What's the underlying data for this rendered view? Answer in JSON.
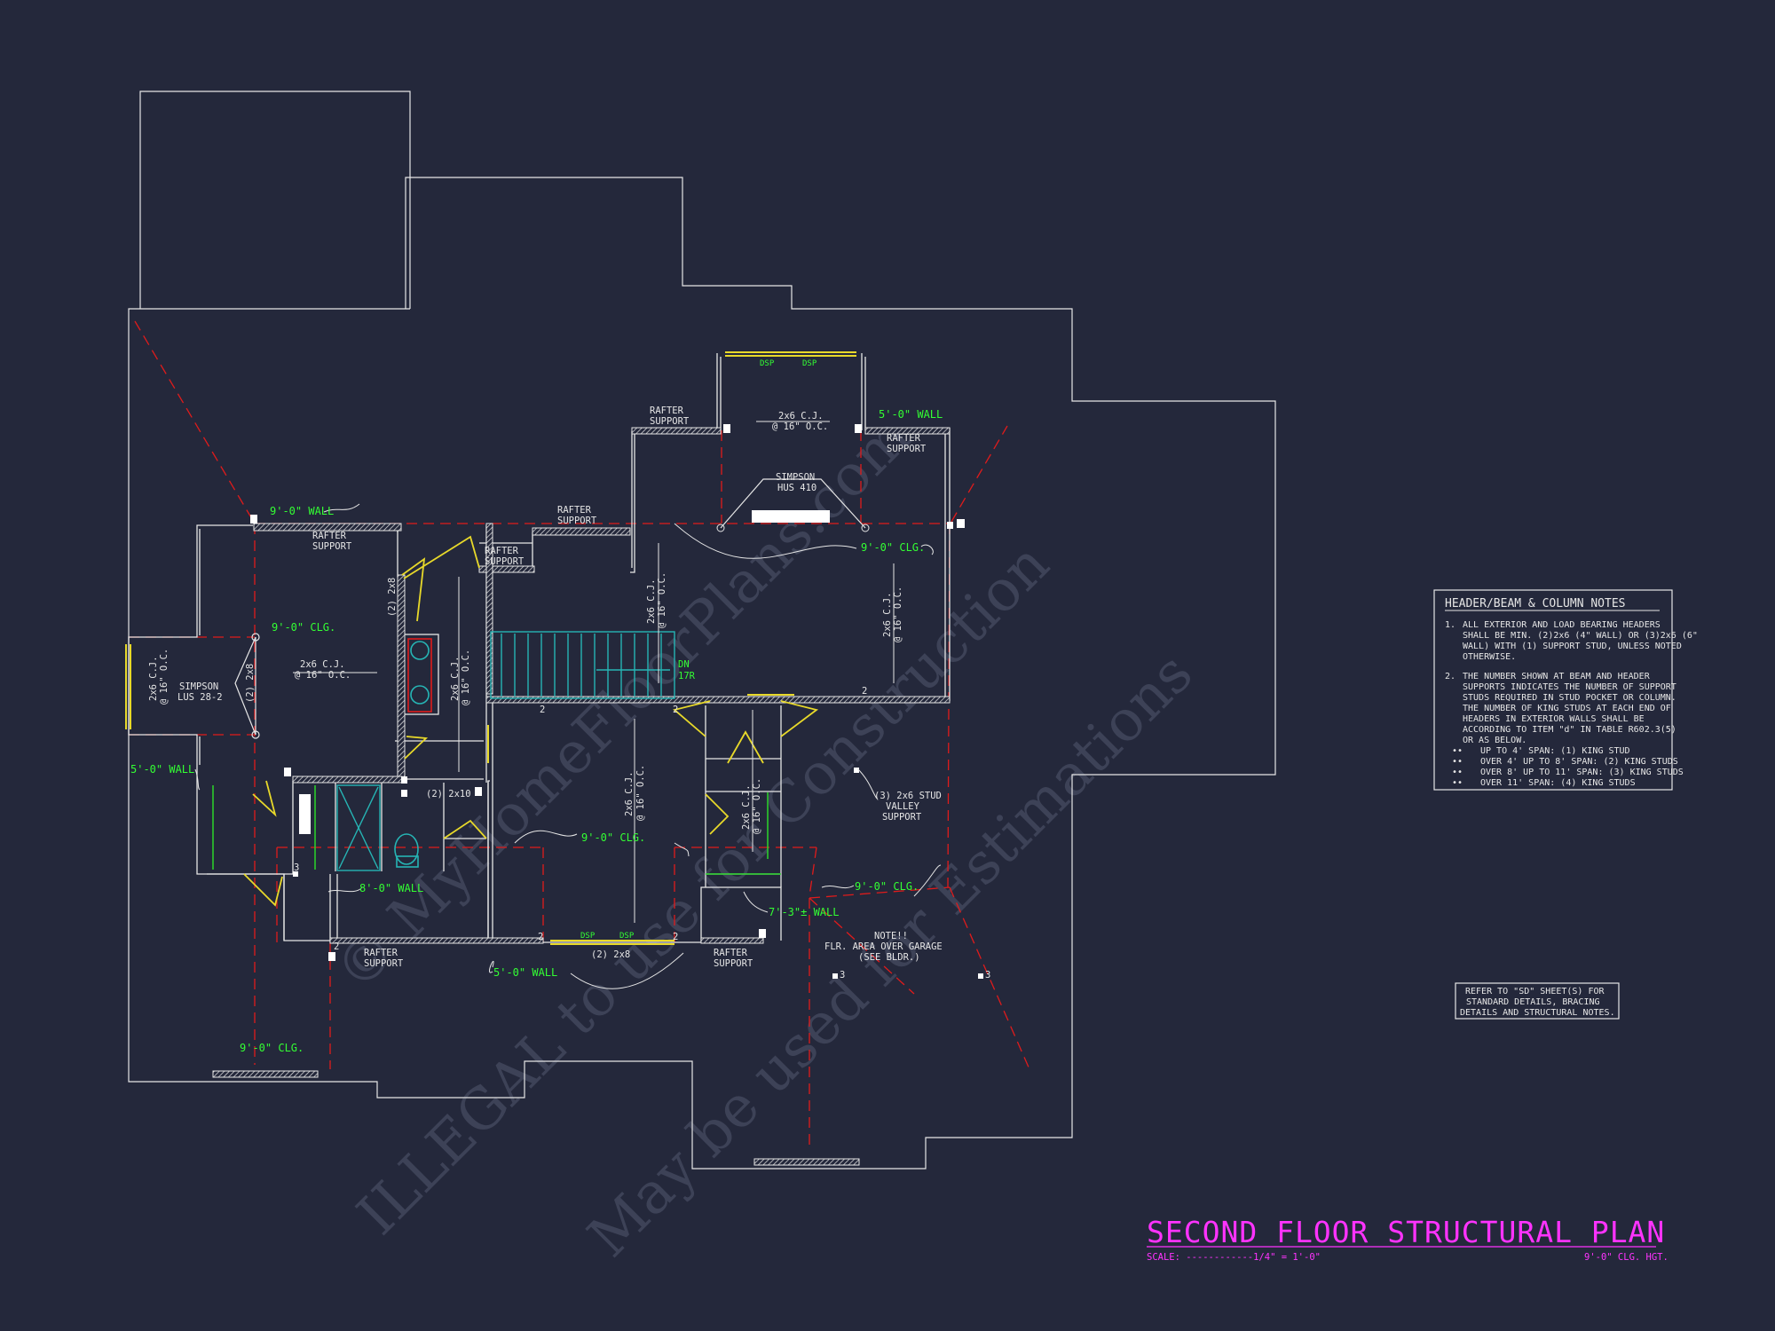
{
  "watermarks": [
    "© MyHomeFloorPlans.com",
    "ILLEGAL to use for Construction",
    "May be used for Estimations"
  ],
  "labels": {
    "dsp1": "DSP",
    "dsp2": "DSP",
    "dsp3": "DSP",
    "dsp4": "DSP",
    "rafter1": [
      "RAFTER",
      "SUPPORT"
    ],
    "rafter2": [
      "RAFTER",
      "SUPPORT"
    ],
    "rafter3": [
      "RAFTER",
      "SUPPORT"
    ],
    "rafter4": [
      "RAFTER",
      "SUPPORT"
    ],
    "rafter5": [
      "RAFTER",
      "SUPPORT"
    ],
    "rafter6": [
      "RAFTER",
      "SUPPORT"
    ],
    "rafter7": [
      "RAFTER",
      "SUPPORT"
    ],
    "cj_top": [
      "2x6 C.J.",
      "@ 16\" O.C."
    ],
    "cj_left": [
      "2x6 C.J.",
      "@ 16\" O.C."
    ],
    "cj_leftvert": [
      "2x6 C.J.",
      "@ 16\" O.C."
    ],
    "cj_hall": [
      "2x6 C.J.",
      "@ 16\" O.C."
    ],
    "cj_stair": [
      "2x6 C.J.",
      "@ 16\" O.C."
    ],
    "cj_right": [
      "2x6 C.J.",
      "@ 16\" O.C."
    ],
    "cj_bottom": [
      "2x6 C.J.",
      "@ 16\" O.C."
    ],
    "cj_closet": [
      "2x6 C.J.",
      "@ 16\" O.C."
    ],
    "simpson_hus": [
      "SIMPSON",
      "HUS 410"
    ],
    "simpson_lus": [
      "SIMPSON",
      "LUS 28-2"
    ],
    "hdr_2x8_v": "(2) 2x8",
    "hdr_2x8_w": "(2) 2x8",
    "hdr_2x10": "(2) 2x10",
    "hdr_2x8_b": "(2) 2x8",
    "valley": [
      "(3) 2x6 STUD",
      "VALLEY",
      "SUPPORT"
    ],
    "note_garage": [
      "NOTE!!",
      "FLR. AREA OVER GARAGE",
      "(SEE BLDR.)"
    ],
    "dn": "DN",
    "dn_r": "17R",
    "num_2": "2",
    "num_3": "3"
  },
  "green_labels": {
    "wall_9_top": "9'-0\" WALL",
    "wall_5_top": "5'-0\" WALL",
    "clg_9_right": "9'-0\" CLG.",
    "clg_9_left": "9'-0\" CLG.",
    "wall_5_left": "5'-0\" WALL",
    "clg_9_mid": "9'-0\" CLG.",
    "wall_8": "8'-0\" WALL",
    "clg_9_garage": "9'-0\" CLG.",
    "wall_7": "7'-3\"± WALL",
    "wall_5_bottom": "5'-0\" WALL",
    "clg_9_bl": "9'-0\" CLG."
  },
  "notes": {
    "title": "HEADER/BEAM & COLUMN NOTES",
    "items": [
      {
        "num": "1.",
        "lines": [
          "ALL EXTERIOR AND LOAD BEARING HEADERS",
          "SHALL BE MIN. (2)2x6 (4\" WALL) OR (3)2x6 (6\"",
          "WALL) WITH (1) SUPPORT STUD, UNLESS NOTED",
          "OTHERWISE."
        ]
      },
      {
        "num": "2.",
        "lines": [
          "THE NUMBER SHOWN AT BEAM AND HEADER",
          "SUPPORTS INDICATES THE NUMBER OF SUPPORT",
          "STUDS REQUIRED IN STUD POCKET OR COLUMN.",
          "THE NUMBER OF KING STUDS AT EACH END OF",
          "HEADERS IN EXTERIOR WALLS SHALL BE",
          "ACCORDING TO ITEM \"d\" IN TABLE R602.3(5)",
          "OR AS BELOW."
        ]
      }
    ],
    "bullets": [
      "UP TO 4' SPAN: (1) KING STUD",
      "OVER 4' UP TO 8' SPAN: (2) KING STUDS",
      "OVER 8' UP TO 11' SPAN: (3) KING STUDS",
      "OVER 11' SPAN: (4) KING STUDS"
    ]
  },
  "refer": [
    "REFER TO \"SD\" SHEET(S) FOR",
    "STANDARD DETAILS, BRACING",
    "DETAILS AND STRUCTURAL NOTES."
  ],
  "title": {
    "main": "SECOND FLOOR STRUCTURAL PLAN",
    "scale": "SCALE: ------------1/4\" = 1'-0\"",
    "height": "9'-0\" CLG. HGT."
  },
  "colors": {
    "background": "#24283b",
    "linework": "#e6e6e6",
    "green_text": "#33ff33",
    "magenta_title": "#ff33ff",
    "red_dashed": "#e01b1b",
    "door_yellow": "#e8d92a",
    "stair_cyan": "#26b5b5"
  }
}
